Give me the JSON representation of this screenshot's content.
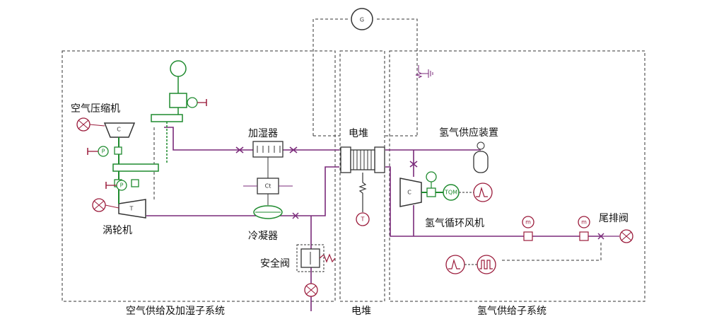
{
  "labels": {
    "air_compressor": "空气压缩机",
    "turbine": "涡轮机",
    "humidifier": "加湿器",
    "condenser": "冷凝器",
    "safety_valve": "安全阀",
    "stack_top": "电堆",
    "hydrogen_supply": "氢气供应装置",
    "hydrogen_recirc_fan": "氢气循环风机",
    "purge_valve": "尾排阀"
  },
  "subsystems": {
    "air": "空气供给及加湿子系统",
    "stack": "电堆",
    "hydrogen": "氢气供给子系统"
  },
  "glyphs": {
    "compressor": "C",
    "turbine": "T",
    "pressure": "P",
    "temperature": "T",
    "ct": "Ct",
    "tqm": "TQM",
    "flow": "m",
    "generator": "G"
  },
  "colors": {
    "pipe": "#7a2a7a",
    "equipment_green": "#1e8a2e",
    "sensor_maroon": "#9b1b3b",
    "frame": "#333333"
  }
}
